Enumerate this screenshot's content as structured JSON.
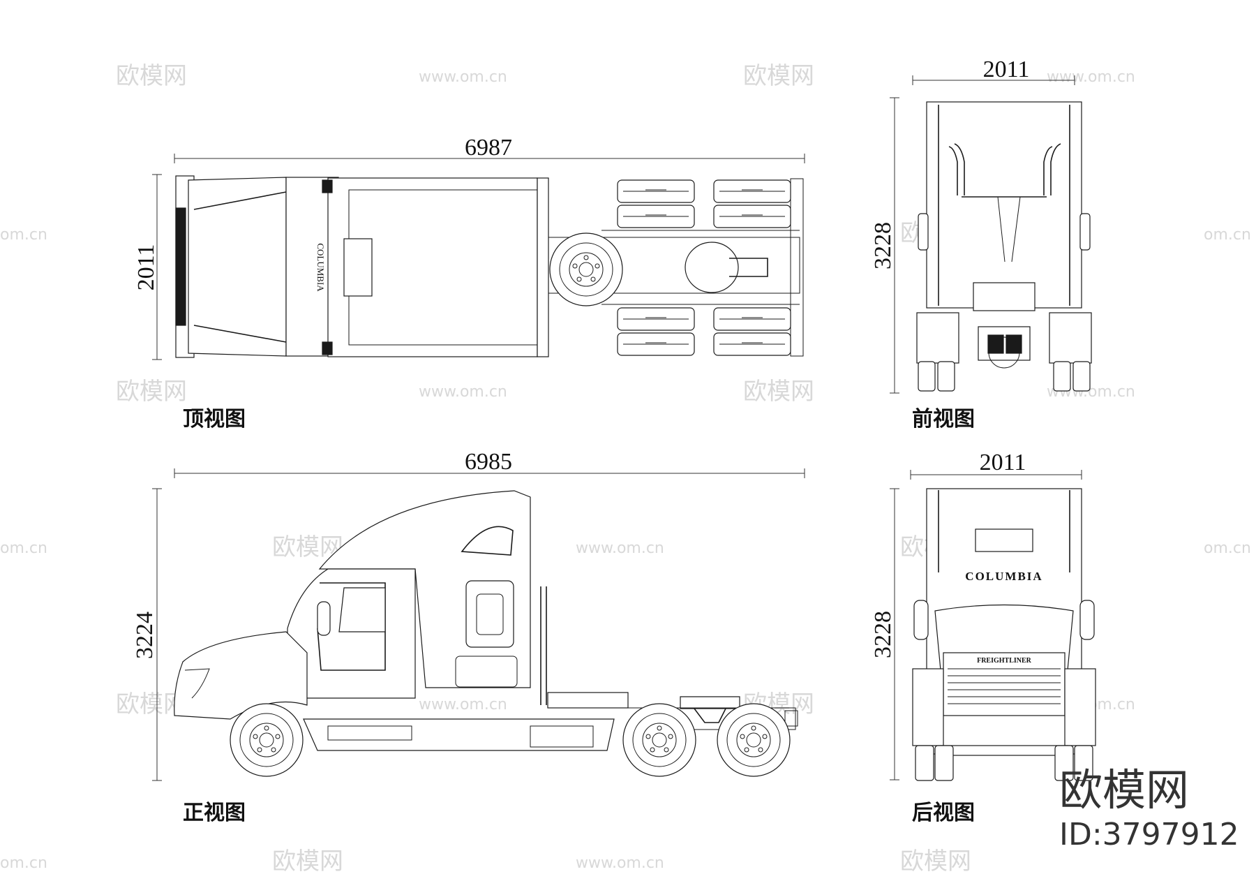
{
  "views": {
    "top": {
      "caption": "顶视图",
      "length": "6987",
      "width": "2011"
    },
    "front": {
      "caption": "前视图",
      "width": "2011",
      "height": "3228"
    },
    "side": {
      "caption": "正视图",
      "length": "6985",
      "height": "3224"
    },
    "rear": {
      "caption": "后视图",
      "width": "2011",
      "height": "3228"
    }
  },
  "vehicle_labels": {
    "top_hood": "COLUMBIA",
    "rear_roof": "COLUMBIA",
    "grille": "FREIGHTLINER"
  },
  "watermarks": {
    "brand": "欧模网",
    "url": "www.om.cn",
    "url_short": "om.cn"
  },
  "brand": {
    "name": "欧模网",
    "id": "ID:3797912"
  }
}
